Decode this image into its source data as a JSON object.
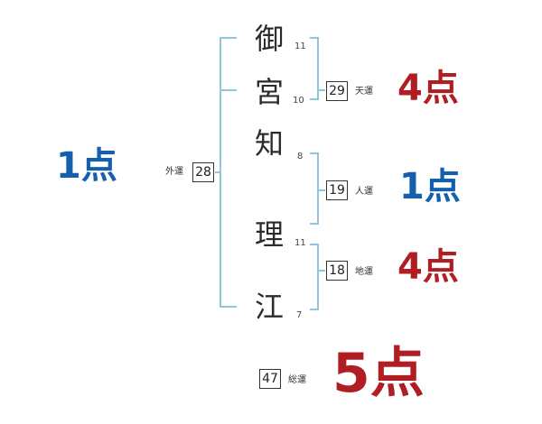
{
  "colors": {
    "bracket": "#8fc3e0",
    "good": "#1560ad",
    "bad": "#b01e23"
  },
  "name": {
    "characters": [
      {
        "char": "御",
        "strokes": "11"
      },
      {
        "char": "宮",
        "strokes": "10"
      },
      {
        "char": "知",
        "strokes": "8"
      },
      {
        "char": "理",
        "strokes": "11"
      },
      {
        "char": "江",
        "strokes": "7"
      }
    ]
  },
  "fortunes": {
    "gaikaku": {
      "label": "外運",
      "value": "28",
      "score": "1点",
      "color": "#1560ad"
    },
    "tenkaku": {
      "label": "天運",
      "value": "29",
      "score": "4点",
      "color": "#b01e23"
    },
    "jinkaku": {
      "label": "人運",
      "value": "19",
      "score": "1点",
      "color": "#1560ad"
    },
    "chikaku": {
      "label": "地運",
      "value": "18",
      "score": "4点",
      "color": "#b01e23"
    },
    "soukaku": {
      "label": "総運",
      "value": "47",
      "score": "5点",
      "color": "#b01e23"
    }
  }
}
